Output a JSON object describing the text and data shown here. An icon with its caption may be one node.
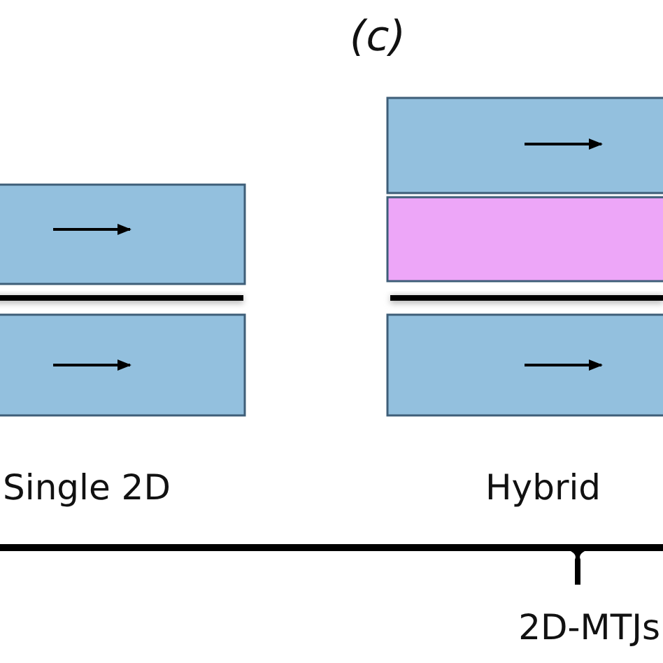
{
  "diagram": {
    "title": "(c)",
    "labels": [
      "Single 2D",
      "Hybrid",
      "2D-MTJs"
    ]
  }
}
